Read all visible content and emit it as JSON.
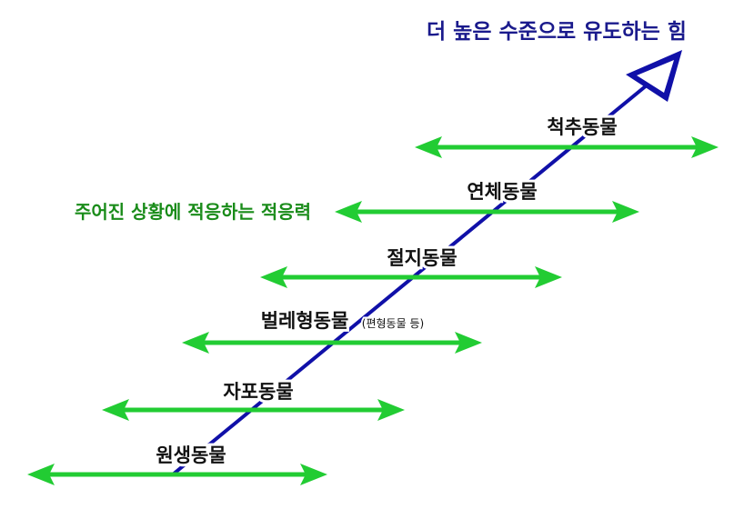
{
  "title": "더 높은 수준으로 유도하는 힘",
  "side_label": "주어진 상황에 적응하는 적응력",
  "levels": [
    {
      "label": "원생동물",
      "note": ""
    },
    {
      "label": "자포동물",
      "note": ""
    },
    {
      "label": "벌레형동물",
      "note": "(편형동물 등)"
    },
    {
      "label": "절지동물",
      "note": ""
    },
    {
      "label": "연체동물",
      "note": ""
    },
    {
      "label": "척추동물",
      "note": ""
    }
  ],
  "colors": {
    "upward_arrow": "#1010a8",
    "adapt_arrow": "#22cc33",
    "title_text": "#1a1a8c",
    "side_text": "#1a8c1a",
    "label_text": "#111111"
  }
}
